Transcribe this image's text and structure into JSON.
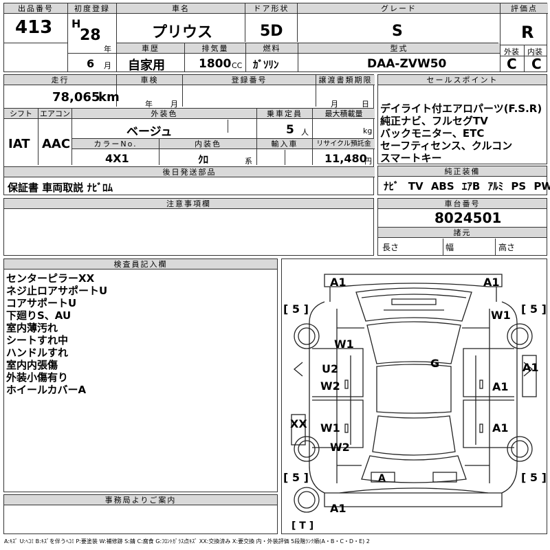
{
  "top": {
    "lot_no_label": "出品番号",
    "lot_no": "413",
    "first_reg_label": "初度登録",
    "era": "H",
    "year": "28",
    "year_unit": "年",
    "month": "6",
    "month_unit": "月",
    "car_name_label": "車名",
    "car_name": "プリウス",
    "door_label": "ドア形状",
    "door": "5D",
    "grade_label": "グレード",
    "grade": "S",
    "score_label": "評価点",
    "score": "R",
    "history_label": "車歴",
    "history": "自家用",
    "displacement_label": "排気量",
    "displacement": "1800",
    "displacement_unit": "CC",
    "fuel_label": "燃料",
    "fuel": "ｶﾞｿﾘﾝ",
    "model_label": "型式",
    "model": "DAA-ZVW50",
    "exterior_label": "外装",
    "exterior": "C",
    "interior_label": "内装",
    "interior": "C"
  },
  "mid": {
    "mileage_label": "走行",
    "mileage": "78,065",
    "mileage_unit": "km",
    "inspection_label": "車検",
    "insp_year_unit": "年",
    "insp_month_unit": "月",
    "reg_no_label": "登録番号",
    "transfer_label": "譲渡書類期限",
    "transfer_month_unit": "月",
    "transfer_day_unit": "日",
    "shift_label": "シフト",
    "shift": "IAT",
    "ac_label": "エアコン",
    "ac": "AAC",
    "color_label": "外装色",
    "color": "ベージュ",
    "capacity_label": "乗車定員",
    "capacity": "5",
    "capacity_unit": "人",
    "load_label": "最大積載量",
    "load_unit": "kg",
    "color_no_label": "カラーNo.",
    "color_no": "4X1",
    "int_color_label": "内装色",
    "int_color": "ｸﾛ",
    "int_color_unit": "系",
    "import_label": "輸入車",
    "recycle_label": "リサイクル預託金",
    "recycle": "11,480",
    "recycle_unit": "円",
    "later_label": "後日発送部品",
    "later": "保証書 車両取説 ﾅﾋﾞﾛﾑ"
  },
  "sales": {
    "label": "セールスポイント",
    "points": [
      "デイライト付エアロパーツ(F.S.R)",
      "純正ナビ、フルセグTV",
      "バックモニター、ETC",
      "セーフティセンス、クルコン",
      "スマートキー"
    ]
  },
  "equip": {
    "label": "純正装備",
    "items": [
      "ﾅﾋﾞ",
      "TV",
      "ABS",
      "ｴｱB",
      "ｱﾙﾐ",
      "PS",
      "PW"
    ]
  },
  "notes": {
    "label": "注意事項欄"
  },
  "chassis": {
    "label": "車台番号",
    "number": "8024501",
    "spec_label": "諸元",
    "length_label": "長さ",
    "width_label": "幅",
    "height_label": "高さ"
  },
  "inspector": {
    "label": "検査員記入欄",
    "items": [
      "センターピラーXX",
      "ネジ止ロアサポートU",
      "コアサポートU",
      "下廻りS、AU",
      "室内薄汚れ",
      "シートすれ中",
      "ハンドルすれ",
      "室内内張傷",
      "外装小傷有り",
      "ホイールカバーA"
    ]
  },
  "office": {
    "label": "事務局よりご案内"
  },
  "diagram": {
    "marks": {
      "front_left": "A1",
      "front_right": "A1",
      "tire_fl": "[ 5 ]",
      "tire_fr": "[ 5 ]",
      "tire_rl": "[ 5 ]",
      "tire_rr": "[ 5 ]",
      "fender_fl": "W1",
      "fender_fr": "W1",
      "door_u2": "U2",
      "door_w2": "W2",
      "roof_g": "G",
      "side_right": "A1",
      "door_r1": "A1",
      "door_r2": "A1",
      "pillar_xx": "XX",
      "door_w1": "W1",
      "rear_w2": "W2",
      "rear_a": "A",
      "rear_a1": "A1",
      "tire_spare": "[ T ]"
    }
  },
  "legend": "A:ｷｽﾞ U:ﾍｺﾐ B:ｷｽﾞを伴うﾍｺﾐ P:要塗装 W:補修跡 S:錆 C:腐食 G:ﾌﾛﾝﾄｶﾞﾗｽ点ｷｽﾞ XX:交換済み X:要交換 内・外装評価 5段階ﾗﾝｸ順(A・B・C・D・E) 2"
}
